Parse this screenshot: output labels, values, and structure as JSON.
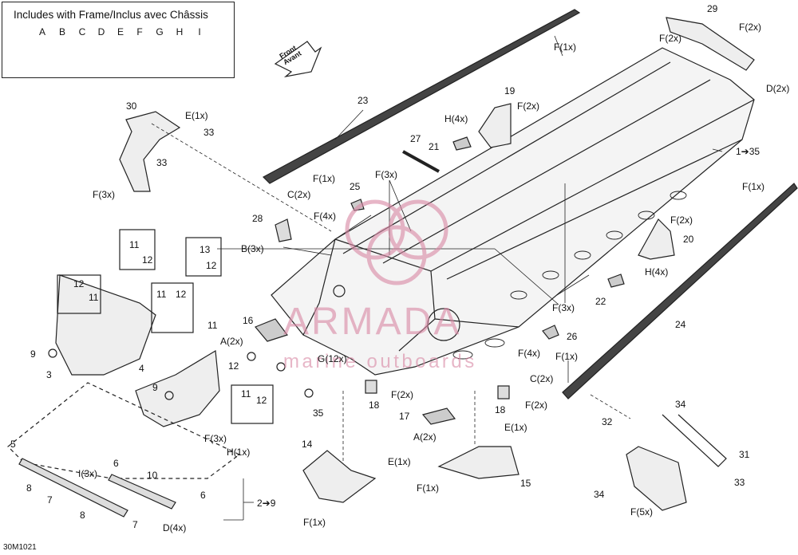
{
  "legend": {
    "title": "Includes with Frame/Inclus avec Châssis",
    "letters": [
      "A",
      "B",
      "C",
      "D",
      "E",
      "F",
      "G",
      "H",
      "I"
    ]
  },
  "front_label": {
    "line1": "Front",
    "line2": "Avant"
  },
  "watermark": {
    "main": "ARMADA",
    "sub": "marine outboards"
  },
  "figure_id": "30M1021",
  "labels": {
    "l23": "23",
    "l27": "27",
    "l19": "19",
    "l29": "29",
    "f1x_top": "F(1x)",
    "f2x_29a": "F(2x)",
    "f2x_29b": "F(2x)",
    "d2x": "D(2x)",
    "l30": "30",
    "e1x_30": "E(1x)",
    "l33a": "33",
    "l33b": "33",
    "f3x_30": "F(3x)",
    "h4x_21": "H(4x)",
    "l21": "21",
    "f2x_19": "F(2x)",
    "l1to35": "1➔35",
    "f1x_23": "F(1x)",
    "c2x_23": "C(2x)",
    "l25": "25",
    "f3x_mid": "F(3x)",
    "f4x": "F(4x)",
    "l28": "28",
    "b3x": "B(3x)",
    "l13": "13",
    "l12_13": "12",
    "l11a": "11",
    "l12a": "12",
    "l12b": "12",
    "l11b": "11",
    "l11c": "11",
    "l12c": "12",
    "l9a": "9",
    "l3": "3",
    "l16": "16",
    "a2x_16": "A(2x)",
    "g12x": "G(12x)",
    "l11d": "11",
    "l12d": "12",
    "l4": "4",
    "l9b": "9",
    "l11e": "11",
    "l12e": "12",
    "l35": "35",
    "l18a": "18",
    "f2x_18a": "F(2x)",
    "l17": "17",
    "a2x_17": "A(2x)",
    "l18b": "18",
    "f2x_18b": "F(2x)",
    "c2x_24": "C(2x)",
    "f1x_24b": "F(1x)",
    "f4x_26": "F(4x)",
    "l26": "26",
    "f3x_22": "F(3x)",
    "l22": "22",
    "h4x_22": "H(4x)",
    "l20": "20",
    "f2x_20": "F(2x)",
    "f1x_24": "F(1x)",
    "l24": "24",
    "l5": "5",
    "l6a": "6",
    "l6b": "6",
    "l7a": "7",
    "l7b": "7",
    "l8a": "8",
    "l8b": "8",
    "i3x": "I(3x)",
    "l10": "10",
    "d4x": "D(4x)",
    "f3x_h": "F(3x)",
    "h1x": "H(1x)",
    "l2to9": "2➔9",
    "l14": "14",
    "e1x_14": "E(1x)",
    "f1x_14": "F(1x)",
    "e1x_15": "E(1x)",
    "f1x_15": "F(1x)",
    "l15": "15",
    "l34a": "34",
    "l32": "32",
    "l31": "31",
    "l33c": "33",
    "l34b": "34",
    "f5x": "F(5x)"
  }
}
